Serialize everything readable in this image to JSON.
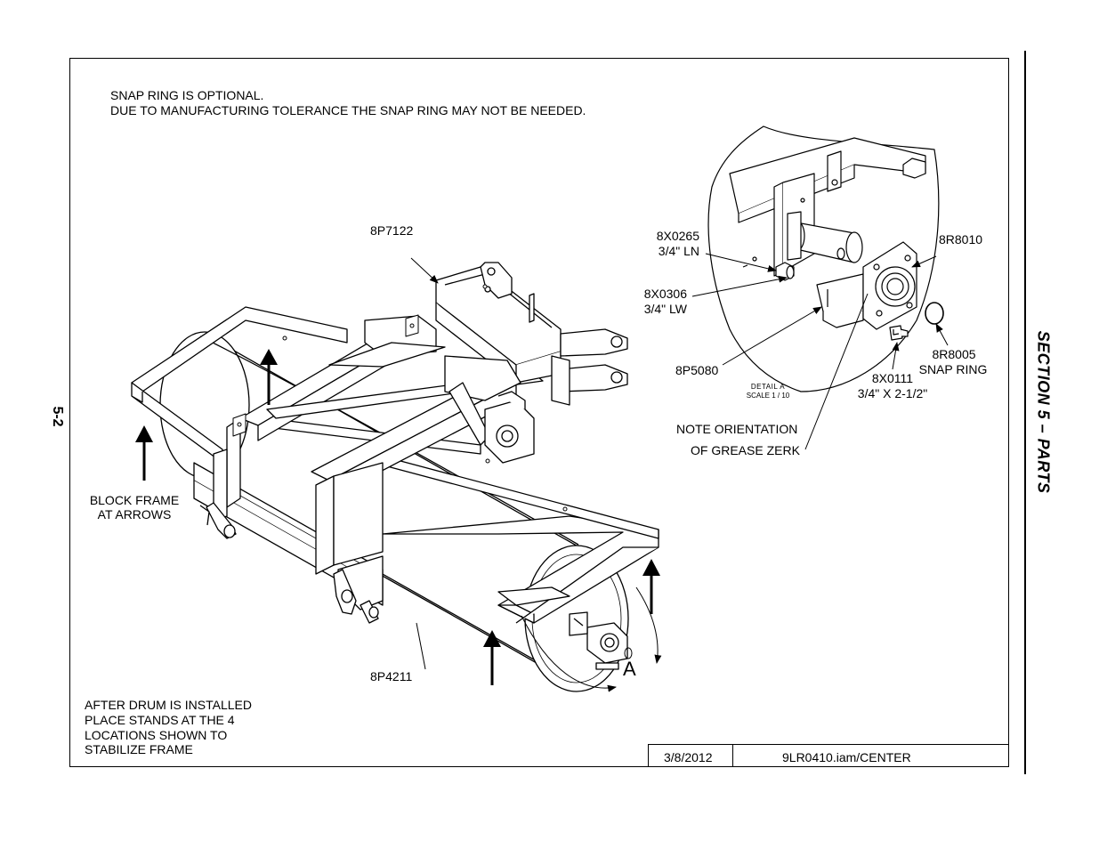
{
  "page": {
    "section_title": "SECTION 5 – PARTS",
    "page_number": "5-2"
  },
  "notes": {
    "snap_ring_line1": "SNAP RING IS OPTIONAL.",
    "snap_ring_line2": "DUE TO MANUFACTURING TOLERANCE THE SNAP RING MAY NOT BE NEEDED.",
    "block_frame_line1": "BLOCK FRAME",
    "block_frame_line2": "AT ARROWS",
    "after_drum_line1": "AFTER DRUM IS INSTALLED",
    "after_drum_line2": "PLACE STANDS AT THE 4",
    "after_drum_line3": "LOCATIONS SHOWN TO",
    "after_drum_line4": "STABILIZE FRAME",
    "grease_line1": "NOTE ORIENTATION",
    "grease_line2": "OF GREASE ZERK"
  },
  "parts": {
    "p8p7122": "8P7122",
    "p8p4211": "8P4211",
    "p8x0265_num": "8X0265",
    "p8x0265_desc": "3/4\" LN",
    "p8x0306_num": "8X0306",
    "p8x0306_desc": "3/4\" LW",
    "p8r8010": "8R8010",
    "p8p5080": "8P5080",
    "p8r8005_num": "8R8005",
    "p8r8005_desc": "SNAP RING",
    "p8x0111_num": "8X0111",
    "p8x0111_desc": "3/4\" X 2-1/2\""
  },
  "detail": {
    "callout_letter": "A",
    "label_line1": "DETAIL  A",
    "label_line2": "SCALE 1 / 10"
  },
  "title_block": {
    "date": "3/8/2012",
    "file": "9LR0410.iam/CENTER"
  }
}
